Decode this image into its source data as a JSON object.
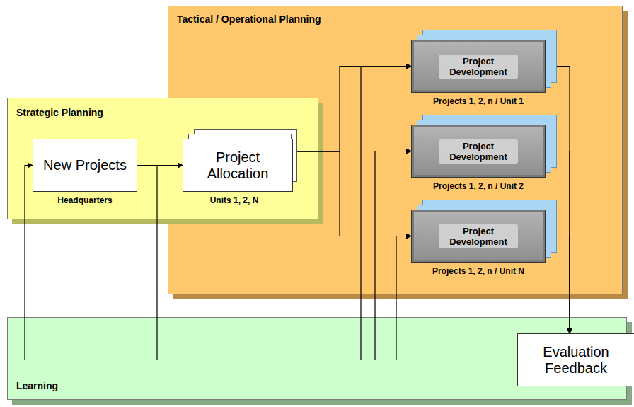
{
  "diagram": {
    "nodes": [
      {
        "text": [
          "Tactical / Operational Planning"
        ]
      },
      {
        "text": [
          "Strategic Planning"
        ]
      },
      {
        "text": [
          "New Projects",
          "Headquarters"
        ],
        "in": 1
      },
      {
        "text": [
          "Project Allocation",
          "Units 1, 2, N"
        ],
        "in": 1
      },
      {
        "text": [
          "Project Development",
          "Projects 1, 2, n / Unit 1"
        ],
        "in": 0
      },
      {
        "text": [
          "Project Development",
          "Projects 1, 2, n / Unit 2"
        ],
        "in": 0
      },
      {
        "text": [
          "Project Development",
          "Projects 1, 2, n / Unit N"
        ],
        "in": 0
      },
      {
        "text": [
          "Learning"
        ]
      },
      {
        "text": [
          "Evaluation Feedback"
        ],
        "in": 7
      }
    ],
    "edges": [
      {
        "from": 2,
        "to": 3,
        "arrow": "to"
      },
      {
        "from": 3,
        "to": 4,
        "arrow": "to"
      },
      {
        "from": 3,
        "to": 5,
        "arrow": "to"
      },
      {
        "from": 3,
        "to": 6,
        "arrow": "to"
      },
      {
        "from": 4,
        "to": 8,
        "arrow": "to"
      },
      {
        "from": 5,
        "to": 8,
        "arrow": "to"
      },
      {
        "from": 6,
        "to": 8,
        "arrow": "to"
      },
      {
        "from": 8,
        "to": 2,
        "arrow": "to"
      },
      {
        "from": 8,
        "to": 3,
        "arrow": "to"
      },
      {
        "from": 8,
        "to": 4,
        "arrow": "to"
      },
      {
        "from": 8,
        "to": 5,
        "arrow": "to"
      },
      {
        "from": 8,
        "to": 6,
        "arrow": "to"
      }
    ]
  }
}
